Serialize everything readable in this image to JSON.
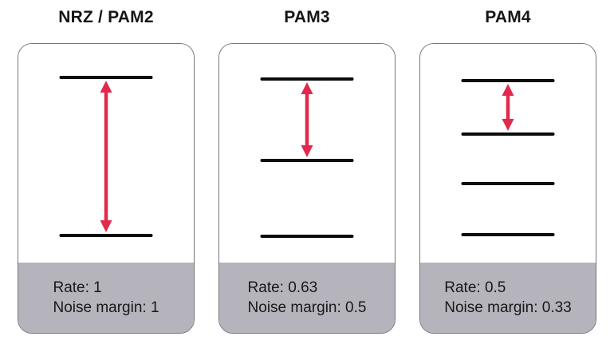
{
  "colors": {
    "arrow_red": "#e2294d",
    "footer_gray": "#b5b4bc",
    "level_line": "#0c0c0c",
    "card_border": "#76767a"
  },
  "panels": [
    {
      "title": "NRZ / PAM2",
      "levels_count": 2,
      "rate_label": "Rate: 1",
      "noise_margin_label": "Noise margin: 1",
      "rate_value": 1,
      "noise_margin_value": 1
    },
    {
      "title": "PAM3",
      "levels_count": 3,
      "rate_label": "Rate: 0.63",
      "noise_margin_label": "Noise margin: 0.5",
      "rate_value": 0.63,
      "noise_margin_value": 0.5
    },
    {
      "title": "PAM4",
      "levels_count": 4,
      "rate_label": "Rate: 0.5",
      "noise_margin_label": "Noise margin: 0.33",
      "rate_value": 0.5,
      "noise_margin_value": 0.33
    }
  ]
}
